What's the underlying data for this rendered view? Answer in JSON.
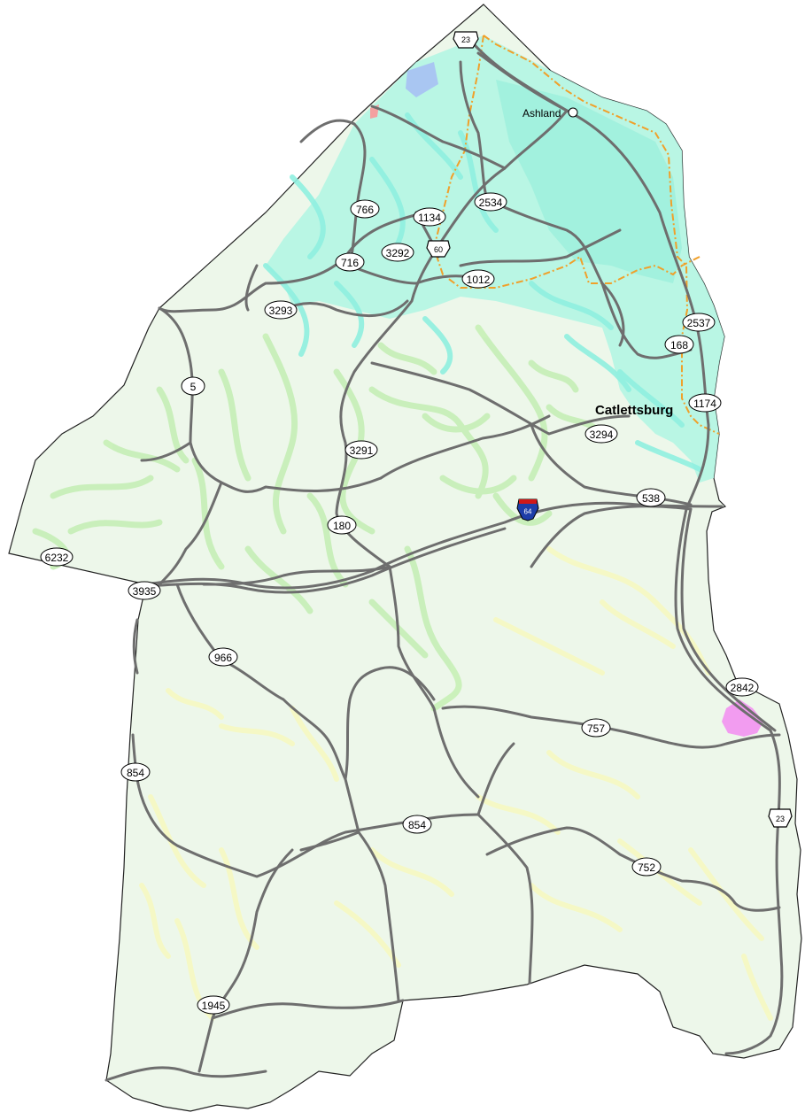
{
  "map": {
    "colors": {
      "land": "#edf7ea",
      "urban": "#b3f5e3",
      "suburban": "#c6efb6",
      "rural_road": "#f6f9c4",
      "road": "#6e6e6e",
      "city_limits": "#f0a02a",
      "water": "#a9c6f2",
      "special_area": "#f29cf0",
      "border": "#222222"
    },
    "places": {
      "ashland": "Ashland",
      "catlettsburg": "Catlettsburg"
    },
    "shields": {
      "us23_top": "23",
      "us60": "60",
      "i64": "64",
      "us23_right": "23"
    },
    "routes": {
      "r766": "766",
      "r1134": "1134",
      "r2534": "2534",
      "r716": "716",
      "r3292": "3292",
      "r1012": "1012",
      "r3293": "3293",
      "r2537": "2537",
      "r168": "168",
      "r1174": "1174",
      "r5": "5",
      "r3294": "3294",
      "r3291": "3291",
      "r538": "538",
      "r180": "180",
      "r6232": "6232",
      "r3935": "3935",
      "r966": "966",
      "r2842": "2842",
      "r757": "757",
      "r854_w": "854",
      "r854_c": "854",
      "r752": "752",
      "r1945": "1945"
    }
  }
}
